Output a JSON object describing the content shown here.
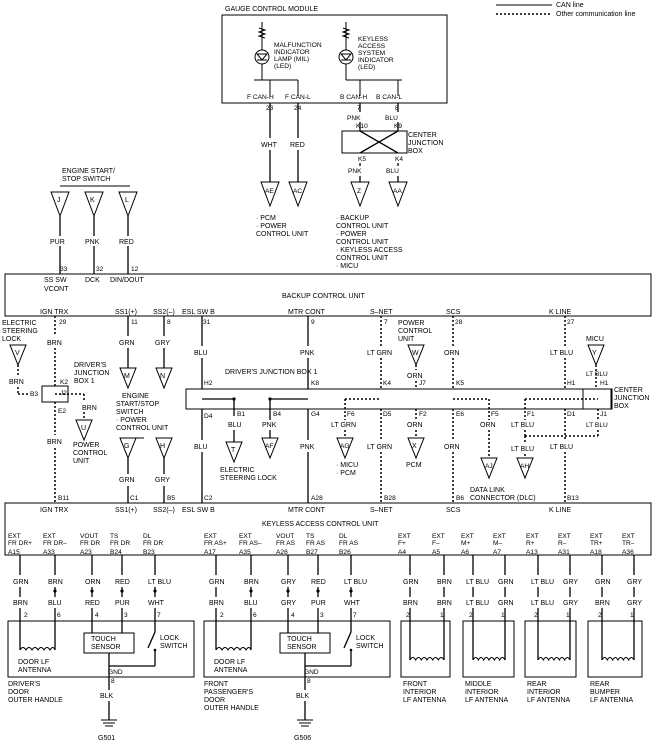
{
  "legend": {
    "can_line": "CAN line",
    "other_line": "Other communication line"
  },
  "gcm": {
    "title": "GAUGE CONTROL MODULE",
    "mil": [
      "MALFUNCTION",
      "INDICATOR",
      "LAMP (MIL)",
      "(LED)"
    ],
    "keyless": [
      "KEYLESS",
      "ACCESS",
      "SYSTEM",
      "INDICATOR",
      "(LED)"
    ],
    "pins": [
      "F CAN-H",
      "F CAN-L",
      "B CAN-H",
      "B CAN-L"
    ],
    "pin_nums": [
      "23",
      "24",
      "7",
      "8"
    ]
  },
  "wires": {
    "wht": "WHT",
    "red": "RED",
    "pnk": "PNK",
    "blu": "BLU",
    "pur": "PUR",
    "brn": "BRN",
    "grn": "GRN",
    "gry": "GRY",
    "ltgrn": "LT GRN",
    "orn": "ORN",
    "ltblu": "LT BLU",
    "blk": "BLK"
  },
  "cjb_top": {
    "k10": "K10",
    "k9": "K9",
    "k5": "K5",
    "k4": "K4",
    "label": [
      "CENTER",
      "JUNCTION",
      "BOX"
    ]
  },
  "connectors": {
    "ae": "AE",
    "ac": "AC",
    "z": "Z",
    "aa": "AA",
    "j": "J",
    "k": "K",
    "l": "L",
    "v": "V",
    "m": "M",
    "n": "N",
    "u": "U",
    "g": "G",
    "h": "H",
    "w": "W",
    "y": "Y",
    "t": "T",
    "af": "AF",
    "ag": "AG",
    "x": "X",
    "aj": "AJ",
    "ah": "AH"
  },
  "pcm_top": [
    "· PCM",
    "· POWER",
    "  CONTROL UNIT"
  ],
  "backup_top": [
    "· BACKUP",
    "  CONTROL UNIT",
    "· POWER",
    "  CONTROL UNIT",
    "· KEYLESS ACCESS",
    "  CONTROL UNIT",
    "· MICU"
  ],
  "engine_switch": {
    "label": [
      "ENGINE START/",
      "STOP SWITCH"
    ],
    "pins": [
      "33",
      "32",
      "12"
    ],
    "names": [
      "SS SW",
      "DCK",
      "DIN/DOUT"
    ],
    "vcont": "VCONT"
  },
  "bcu": {
    "title": "BACKUP CONTROL UNIT",
    "pin_names": [
      "IGN TRX",
      "SS1(+)",
      "SS2(–)",
      "ESL SW B",
      "MTR CONT",
      "S–NET",
      "SCS",
      "K LINE"
    ],
    "pin_nums": [
      "29",
      "11",
      "8",
      "31",
      "9",
      "7",
      "28",
      "27"
    ]
  },
  "esl": {
    "label": [
      "ELECTRIC",
      "STEERING",
      "LOCK"
    ]
  },
  "djb1_left": {
    "label": [
      "DRIVER'S",
      "JUNCTION",
      "BOX 1"
    ],
    "k2": "K2",
    "j2": "J2",
    "b3": "B3",
    "e2": "E2"
  },
  "power_cu_left": [
    "POWER",
    "CONTROL",
    "UNIT"
  ],
  "power_cu_mid": [
    "POWER",
    "CONTROL",
    "UNIT"
  ],
  "engine_switch_mid": [
    "ENGINE",
    "START/STOP",
    "SWITCH",
    "· POWER",
    "  CONTROL UNIT"
  ],
  "djb1": {
    "label": "DRIVER'S JUNCTION BOX 1",
    "pins": [
      "H2",
      "K8",
      "K4",
      "J7",
      "K5",
      "H1",
      "D4",
      "B1",
      "B4",
      "G4",
      "F6",
      "D5",
      "F2",
      "E6",
      "F5",
      "F1",
      "D1"
    ]
  },
  "micu": "MICU",
  "cjb_right": {
    "label": [
      "CENTER",
      "JUNCTION",
      "BOX"
    ],
    "h1": "H1",
    "j1": "J1"
  },
  "electric_steering": [
    "ELECTRIC",
    "STEERING LOCK"
  ],
  "micu_pcm": [
    "· MICU",
    "· PCM"
  ],
  "pcm": "PCM",
  "dlc": [
    "DATA LINK",
    "CONNECTOR (DLC)"
  ],
  "kacu": {
    "title": "KEYLESS ACCESS CONTROL UNIT",
    "upper_pins": [
      "B11",
      "C1",
      "B5",
      "C2",
      "A28",
      "B28",
      "B6",
      "B13"
    ],
    "upper_names": [
      "IGN TRX",
      "SS1(+)",
      "SS2(–)",
      "ESL SW B",
      "MTR CONT",
      "S–NET",
      "SCS",
      "K LINE"
    ],
    "lower_names": [
      [
        "EXT",
        "FR DR+"
      ],
      [
        "EXT",
        "FR DR–"
      ],
      [
        "VOUT",
        "FR DR"
      ],
      [
        "TS",
        "FR DR"
      ],
      [
        "DL",
        "FR DR"
      ],
      [
        "EXT",
        "FR AS+"
      ],
      [
        "EXT",
        "FR AS–"
      ],
      [
        "VOUT",
        "FR AS"
      ],
      [
        "TS",
        "FR AS"
      ],
      [
        "DL",
        "FR AS"
      ],
      [
        "EXT",
        "F+"
      ],
      [
        "EXT",
        "F–"
      ],
      [
        "EXT",
        "M+"
      ],
      [
        "EXT",
        "M–"
      ],
      [
        "EXT",
        "R+"
      ],
      [
        "EXT",
        "R–"
      ],
      [
        "EXT",
        "TR+"
      ],
      [
        "EXT",
        "TR–"
      ]
    ],
    "lower_pins": [
      "A15",
      "A33",
      "A23",
      "B24",
      "B23",
      "A17",
      "A35",
      "A26",
      "B27",
      "B26",
      "A4",
      "A5",
      "A6",
      "A7",
      "A13",
      "A31",
      "A18",
      "A36"
    ]
  },
  "bottom_pins": [
    "2",
    "6",
    "4",
    "3",
    "7",
    "8",
    "2",
    "1"
  ],
  "touch_sensor": "TOUCH\nSENSOR",
  "touch": [
    "TOUCH",
    "SENSOR"
  ],
  "lock_switch": [
    "LOCK",
    "SWITCH"
  ],
  "gnd": "GND",
  "driver_handle": {
    "antenna": [
      "DOOR LF",
      "ANTENNA"
    ],
    "label": [
      "DRIVER'S",
      "DOOR",
      "OUTER HANDLE"
    ]
  },
  "pass_handle": {
    "antenna": [
      "DOOR LF",
      "ANTENNA"
    ],
    "label": [
      "FRONT",
      "PASSENGER'S",
      "DOOR",
      "OUTER HANDLE"
    ]
  },
  "antennas": [
    [
      "FRONT",
      "INTERIOR",
      "LF ANTENNA"
    ],
    [
      "MIDDLE",
      "INTERIOR",
      "LF ANTENNA"
    ],
    [
      "REAR",
      "INTERIOR",
      "LF ANTENNA"
    ],
    [
      "REAR",
      "BUMPER",
      "LF ANTENNA"
    ]
  ],
  "grounds": [
    "G501",
    "G506"
  ]
}
